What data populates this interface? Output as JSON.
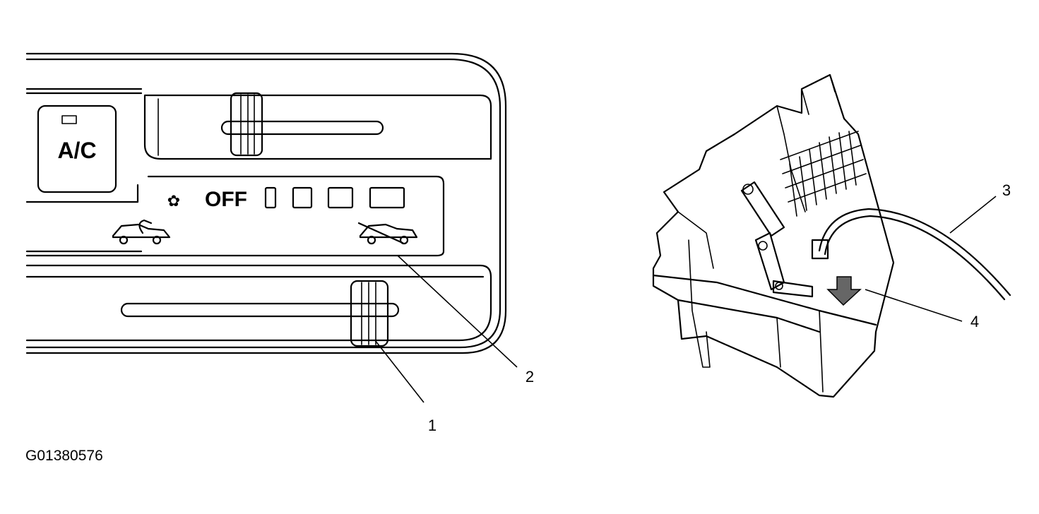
{
  "panel": {
    "ac_label": "A/C",
    "off_label": "OFF"
  },
  "callouts": [
    "1",
    "2",
    "3",
    "4"
  ],
  "figure_code": "G01380576"
}
